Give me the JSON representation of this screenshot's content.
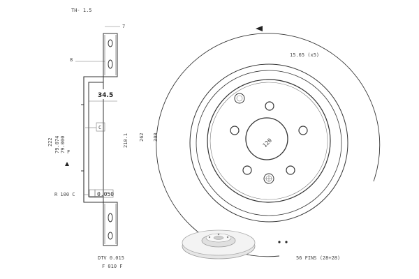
{
  "colors": {
    "line": "#333333",
    "faint": "#777777",
    "disc_shadow": "#d8d8d8"
  },
  "side_view": {
    "th_label": "TH- 1.5",
    "callout_7": "7",
    "callout_8": "8",
    "hat_depth": "34.5",
    "datum_c": "C",
    "dim_222": "222",
    "dim_tolerance_top": "79.074",
    "dim_tolerance_bottom": "79.000",
    "dim_210": "210.1",
    "dim_262": "262",
    "dim_300": "300",
    "datum_f": "F",
    "flatness_left": "R 100 C",
    "flatness_value": "0.050",
    "dtv_label": "DTV 0.015",
    "bottom_label": "F 010 F"
  },
  "front_view": {
    "bolt_circle": "120",
    "thickness_spec": "15.65 (x5)",
    "fins_label": "56 FINS (28+28)"
  }
}
